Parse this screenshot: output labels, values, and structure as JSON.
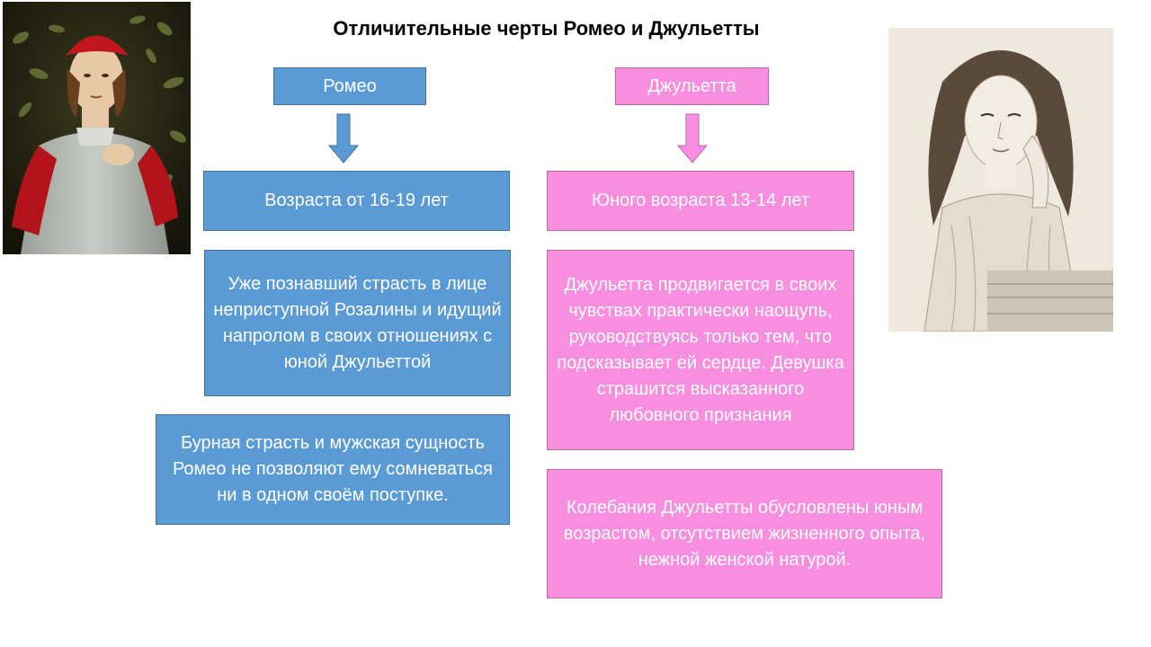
{
  "title": "Отличительные черты Ромео и Джульетты",
  "romeo": {
    "header": "Ромео",
    "age": "Возраста от 16-19 лет",
    "passion": "Уже познавший страсть в лице неприступной Розалины и идущий напролом в своих отношениях с юной Джульеттой",
    "nature": "Бурная страсть и мужская сущность Ромео не позволяют ему сомневаться ни в одном своём поступке."
  },
  "juliet": {
    "header": "Джульетта",
    "age": "Юного возраста 13-14 лет",
    "feelings": "Джульетта продвигается в своих чувствах практически наощупь, руководствуясь только тем, что подсказывает ей сердце. Девушка страшится высказанного любовного признания",
    "hesitation": "Колебания Джульетты обусловлены юным возрастом, отсутствием жизненного опыта, нежной женской натурой."
  },
  "colors": {
    "romeo_box": "#5b9bd5",
    "juliet_box": "#f78ee0"
  },
  "icons": {
    "romeo_arrow": "down-arrow-icon",
    "juliet_arrow": "down-arrow-icon"
  }
}
